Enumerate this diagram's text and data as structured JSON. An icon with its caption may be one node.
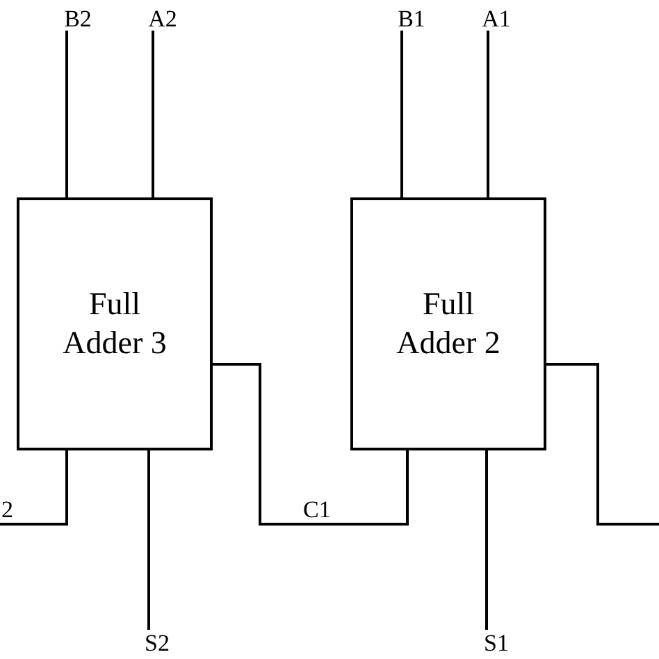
{
  "diagram": {
    "nodes": [
      {
        "text": [
          "B2"
        ]
      },
      {
        "text": [
          "A2"
        ]
      },
      {
        "text": [
          "B1"
        ]
      },
      {
        "text": [
          "A1"
        ]
      },
      {
        "text": [
          "Full Adder 3"
        ]
      },
      {
        "text": [
          "Full Adder 2"
        ]
      },
      {
        "text": [
          "S2"
        ]
      },
      {
        "text": [
          "S1"
        ]
      }
    ],
    "edges": [
      {
        "from": 0,
        "to": 4,
        "arrow": "none"
      },
      {
        "from": 1,
        "to": 4,
        "arrow": "none"
      },
      {
        "from": 2,
        "to": 5,
        "arrow": "none"
      },
      {
        "from": 3,
        "to": 5,
        "arrow": "none"
      },
      {
        "from": 4,
        "to": null,
        "arrow": "none",
        "label": "2"
      },
      {
        "from": 4,
        "to": 5,
        "arrow": "none",
        "label": "C1"
      },
      {
        "from": 4,
        "to": 6,
        "arrow": "none"
      },
      {
        "from": 5,
        "to": 7,
        "arrow": "none"
      },
      {
        "from": 5,
        "to": null,
        "arrow": "none"
      }
    ]
  }
}
